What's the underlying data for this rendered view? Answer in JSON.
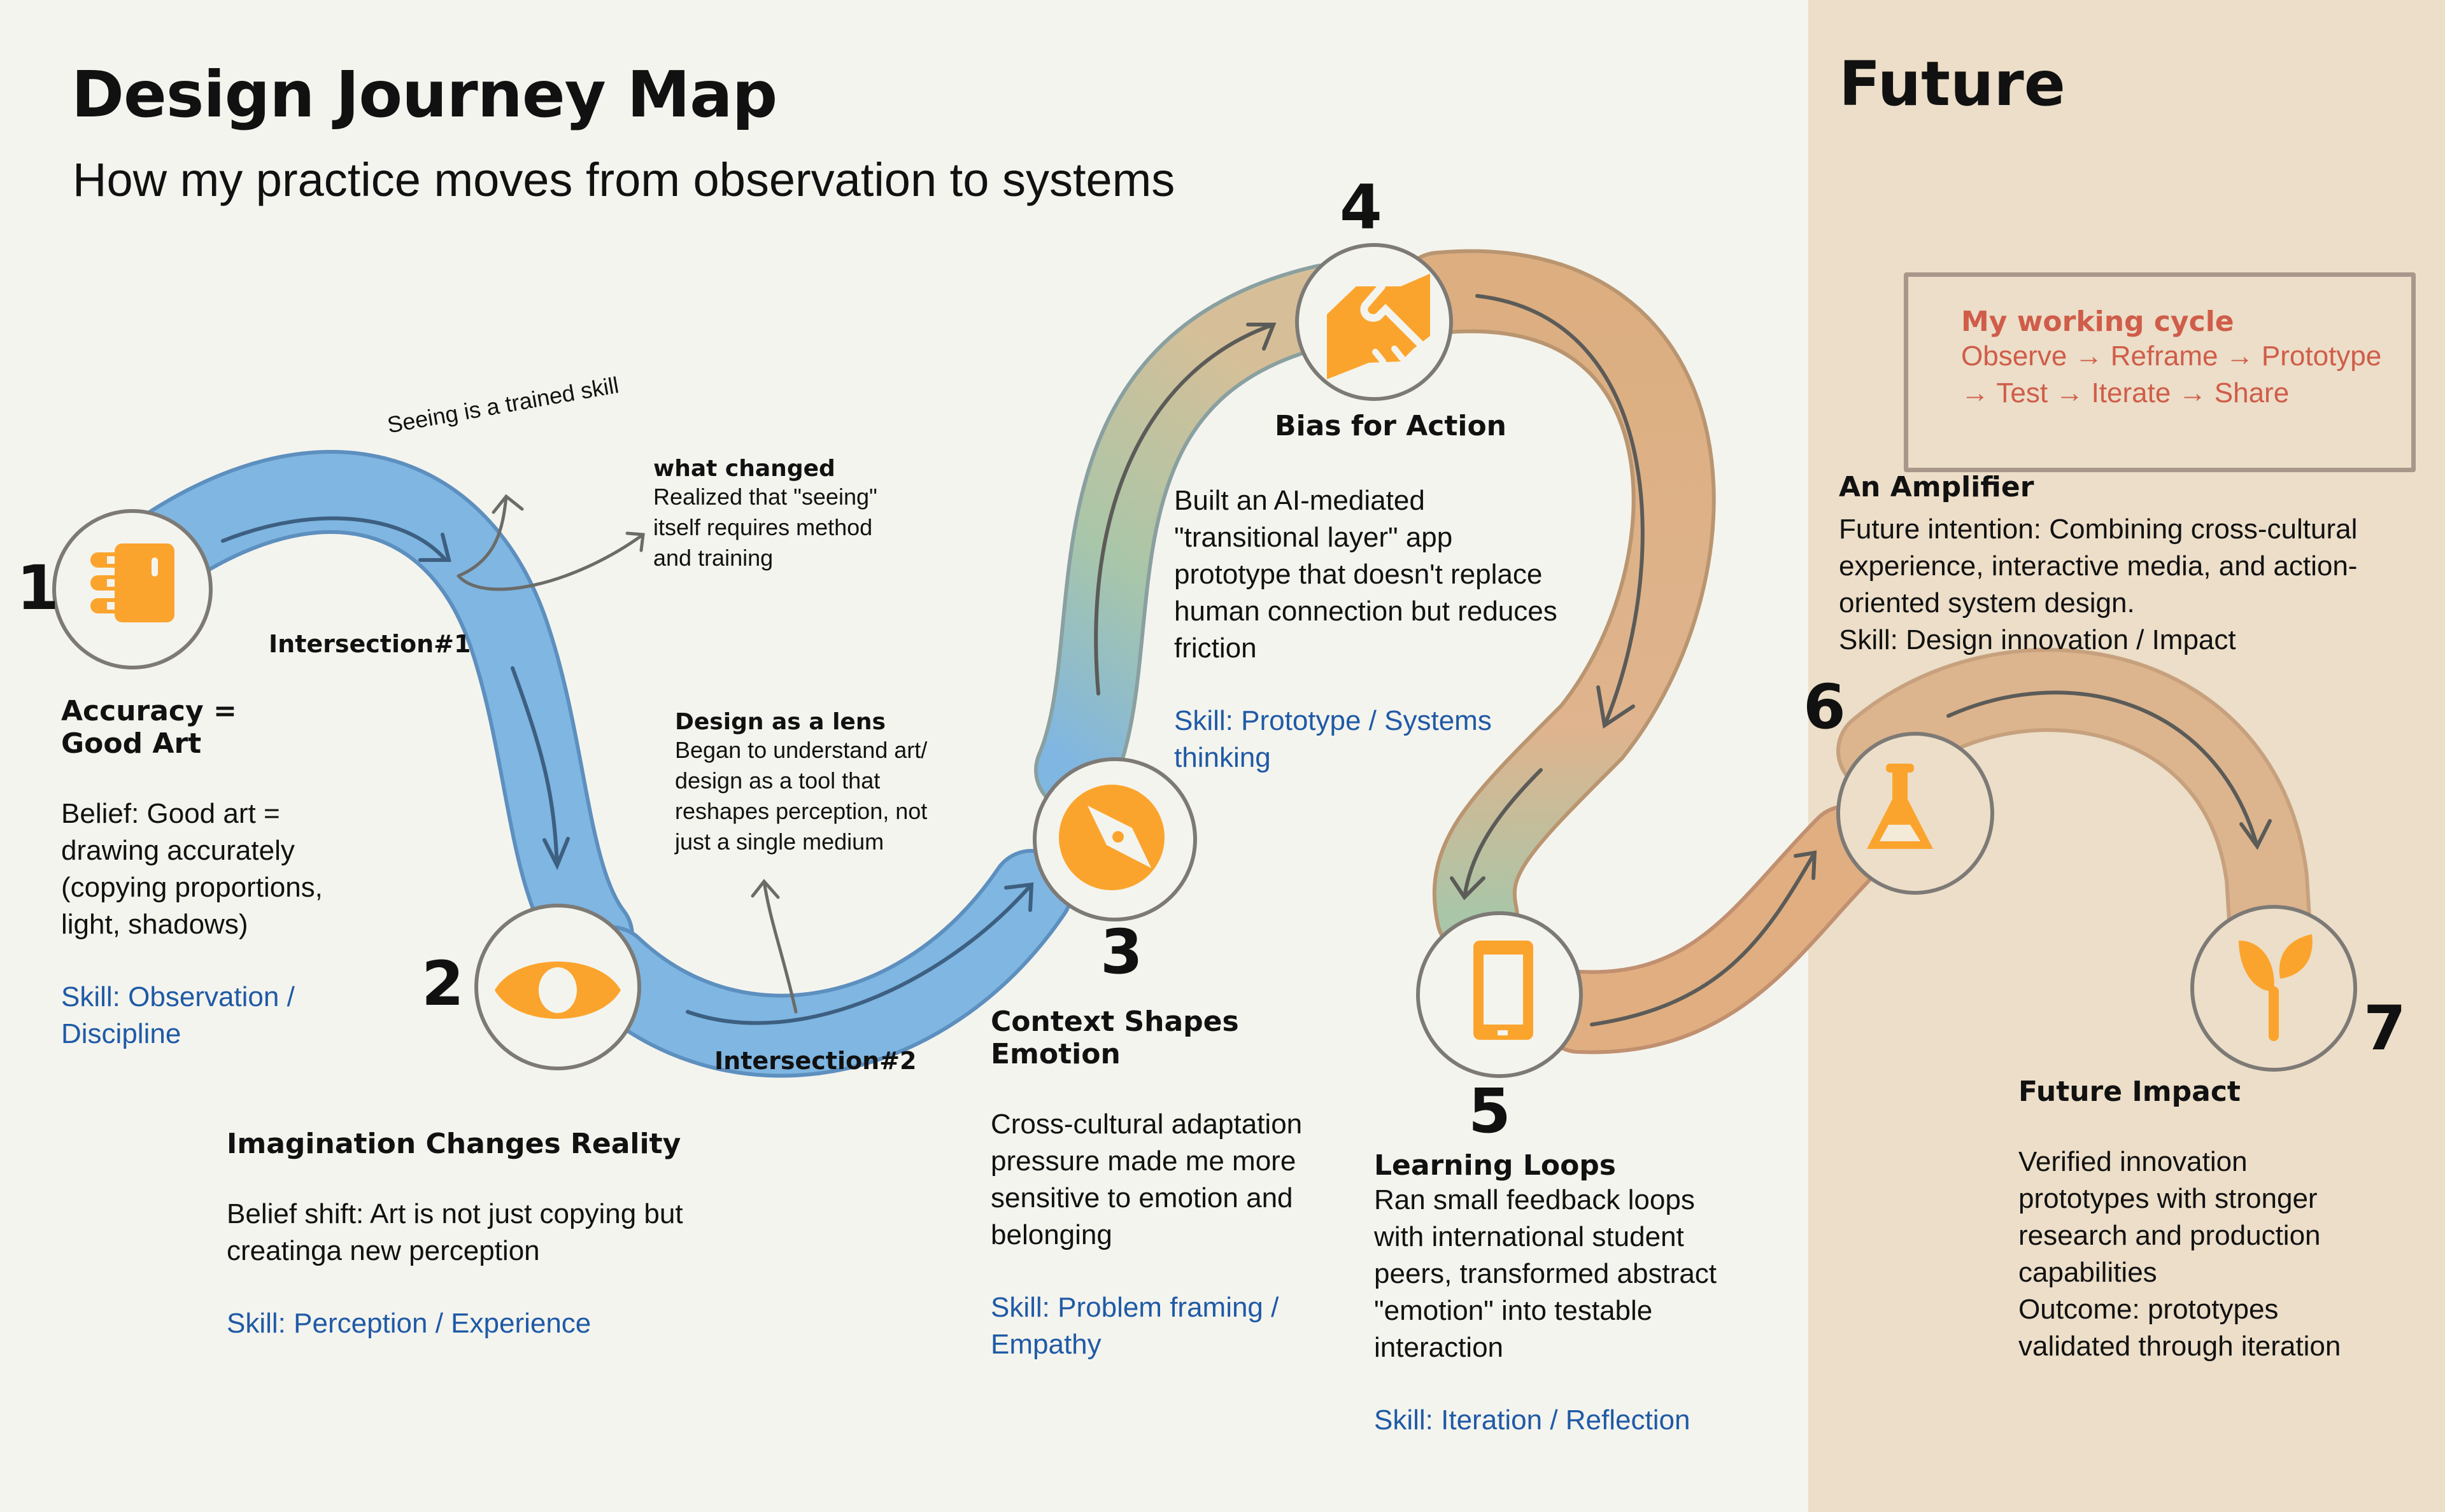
{
  "header": {
    "title": "Design Journey Map",
    "subtitle": "How my practice moves from observation to systems"
  },
  "future_section": {
    "title": "Future",
    "background": "#ecdec8"
  },
  "colors": {
    "icon": "#fba42d",
    "skill_text": "#1f5aa6",
    "cycle_text": "#cf5d4a",
    "path_blue": "#7fb6e2",
    "path_green": "#a9c6a8",
    "path_tan": "#d9b48a",
    "path_orange": "#e0ae80"
  },
  "annotations": {
    "seeing": "Seeing is a trained skill",
    "intersection_1": "Intersection#1",
    "intersection_2": "Intersection#2",
    "what_changed": {
      "title": "what changed",
      "lines": [
        "Realized that \"seeing\"",
        "itself requires method",
        "and training"
      ]
    },
    "design_lens": {
      "title": "Design as a lens",
      "lines": [
        "Began to understand art/",
        "design as a tool that",
        "reshapes perception, not",
        "just a single medium"
      ]
    }
  },
  "working_cycle": {
    "title": "My working cycle",
    "line1": "Observe → Reframe → Prototype",
    "line2": "→ Test → Iterate → Share"
  },
  "stages": [
    {
      "number": "1",
      "icon": "notebook-icon",
      "title_lines": [
        "Accuracy =",
        "Good Art"
      ],
      "body_lines": [
        "Belief: Good art =",
        "drawing accurately",
        "(copying proportions,",
        "light, shadows)"
      ],
      "skill_lines": [
        "Skill: Observation /",
        "Discipline"
      ]
    },
    {
      "number": "2",
      "icon": "eye-icon",
      "title": "Imagination Changes Reality",
      "body_lines": [
        "Belief shift: Art is not just copying but",
        "creatinga  new perception"
      ],
      "skill": "Skill: Perception / Experience"
    },
    {
      "number": "3",
      "icon": "compass-icon",
      "title": "Context Shapes Emotion",
      "body_lines": [
        "Cross-cultural adaptation",
        "pressure made me more",
        "sensitive to emotion and",
        "belonging"
      ],
      "skill_lines": [
        "Skill: Problem framing /",
        "Empathy"
      ]
    },
    {
      "number": "4",
      "icon": "handshake-icon",
      "title": "Bias for Action",
      "body_lines": [
        "Built an AI-mediated",
        "\"transitional layer\" app",
        "prototype that doesn't replace",
        "human connection but reduces",
        "friction"
      ],
      "skill_lines": [
        "Skill: Prototype / Systems",
        "thinking"
      ]
    },
    {
      "number": "5",
      "icon": "smartphone-icon",
      "title": "Learning Loops",
      "body_lines": [
        "Ran small feedback loops",
        "with international student",
        "peers, transformed abstract",
        "\"emotion\" into testable",
        "interaction"
      ],
      "skill": "Skill: Iteration / Reflection"
    },
    {
      "number": "6",
      "icon": "flask-icon",
      "title": "An Amplifier",
      "body_lines": [
        "Future intention: Combining cross-cultural",
        "experience, interactive media, and action-",
        "oriented system design.",
        "Skill: Design innovation / Impact"
      ]
    },
    {
      "number": "7",
      "icon": "sprout-icon",
      "title": "Future Impact",
      "body_lines": [
        "Verified innovation",
        "prototypes with stronger",
        "research and production",
        "capabilities",
        "Outcome: prototypes",
        "validated through iteration"
      ]
    }
  ]
}
